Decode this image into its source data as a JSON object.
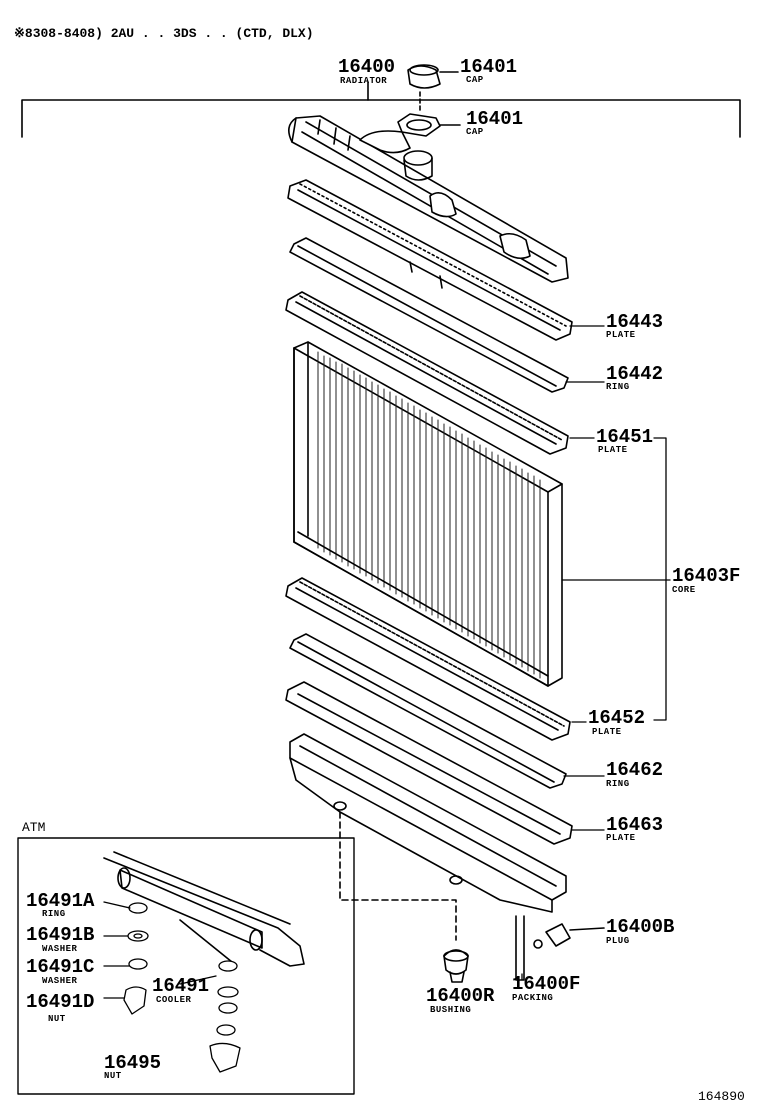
{
  "header": {
    "note": "※8308-8408) 2AU . . 3DS . . (CTD, DLX)"
  },
  "parts": [
    {
      "id": "radiator",
      "number": "16400",
      "name": "RADIATOR"
    },
    {
      "id": "cap-a",
      "number": "16401",
      "name": "CAP"
    },
    {
      "id": "cap-b",
      "number": "16401",
      "name": "CAP"
    },
    {
      "id": "plate-upper",
      "number": "16443",
      "name": "PLATE"
    },
    {
      "id": "ring-upper",
      "number": "16442",
      "name": "RING"
    },
    {
      "id": "plate-core-top",
      "number": "16451",
      "name": "PLATE"
    },
    {
      "id": "core",
      "number": "16403F",
      "name": "CORE"
    },
    {
      "id": "plate-core-bottom",
      "number": "16452",
      "name": "PLATE"
    },
    {
      "id": "ring-lower",
      "number": "16462",
      "name": "RING"
    },
    {
      "id": "plate-lower",
      "number": "16463",
      "name": "PLATE"
    },
    {
      "id": "plug",
      "number": "16400B",
      "name": "PLUG"
    },
    {
      "id": "packing",
      "number": "16400F",
      "name": "PACKING"
    },
    {
      "id": "bushing",
      "number": "16400R",
      "name": "BUSHING"
    }
  ],
  "atm_box": {
    "title": "ATM",
    "parts": [
      {
        "id": "ring",
        "number": "16491A",
        "name": "RING"
      },
      {
        "id": "washer-b",
        "number": "16491B",
        "name": "WASHER"
      },
      {
        "id": "washer-c",
        "number": "16491C",
        "name": "WASHER"
      },
      {
        "id": "nut-d",
        "number": "16491D",
        "name": "NUT"
      },
      {
        "id": "cooler",
        "number": "16491",
        "name": "COOLER"
      },
      {
        "id": "nut",
        "number": "16495",
        "name": "NUT"
      }
    ]
  },
  "footer": {
    "diagram_id": "164890"
  }
}
